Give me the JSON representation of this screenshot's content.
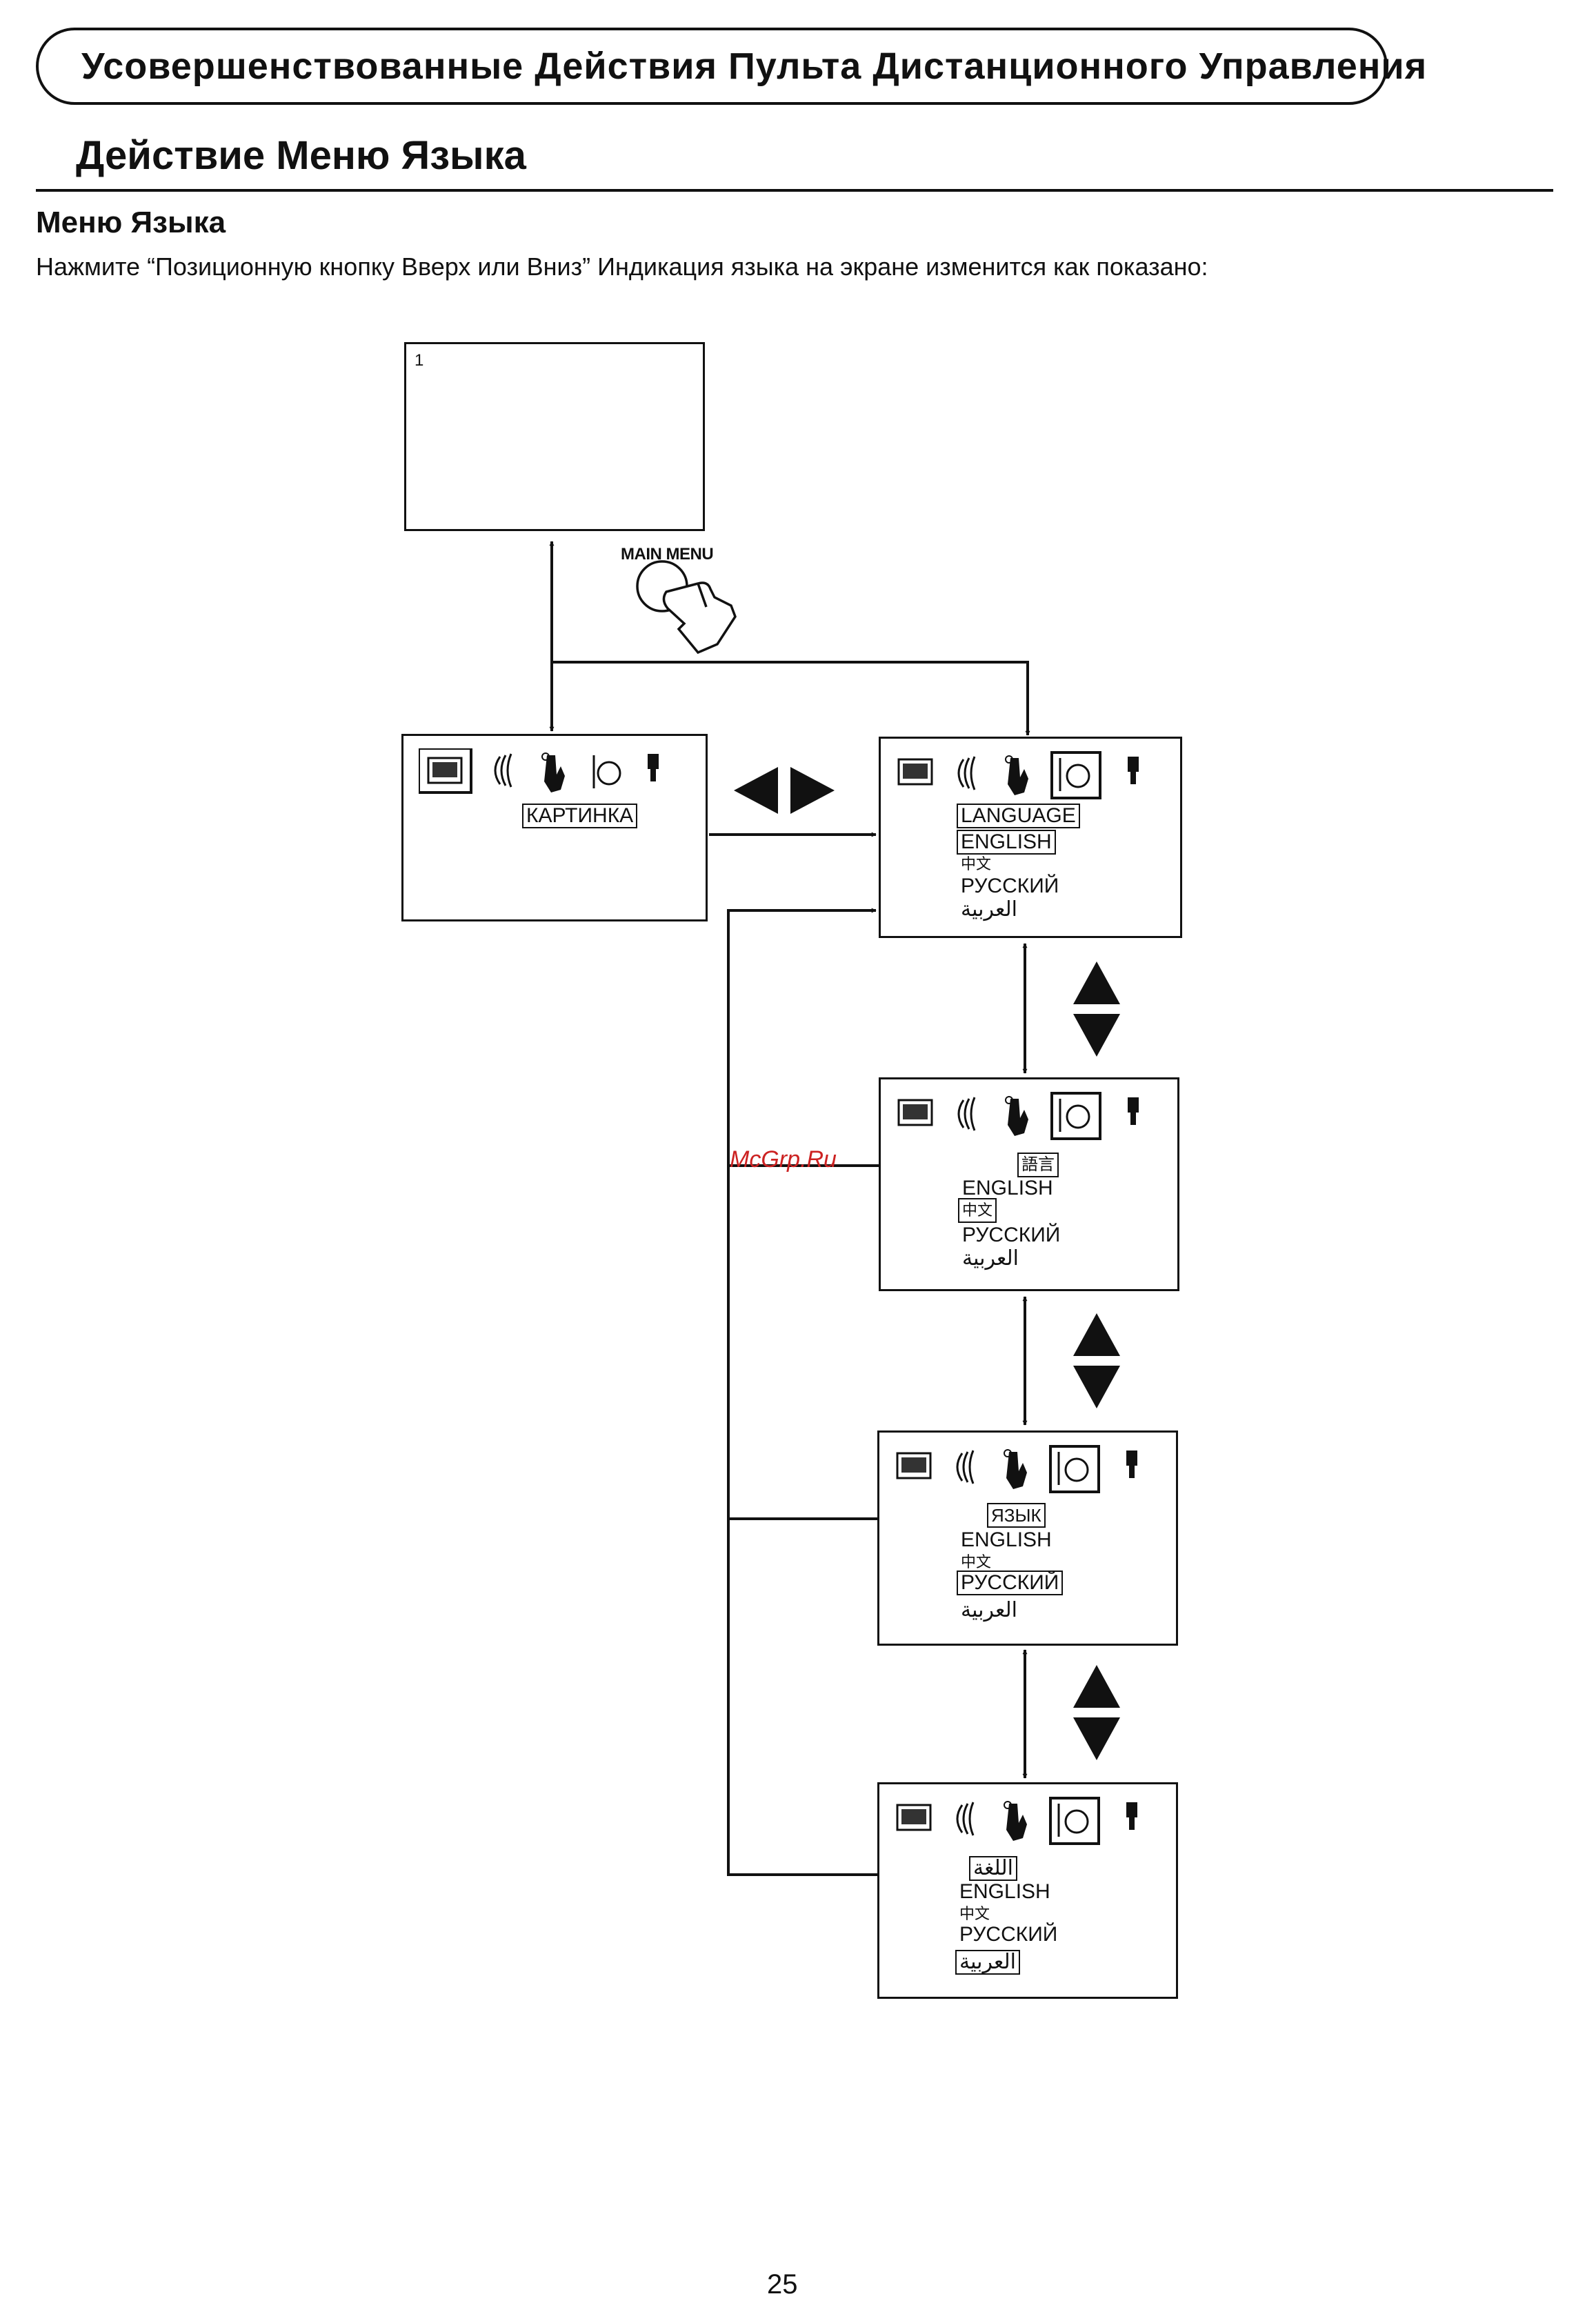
{
  "header": {
    "banner_title": "Усовершенствованные Действия Пульта Дистанционного Управления",
    "section_title": "Действие Меню Языка"
  },
  "content": {
    "subtitle": "Меню Языка",
    "instruction": "Нажмите “Позиционную кнопку Вверх или Вниз” Индикация языка на экране изменится как показано:"
  },
  "diagram": {
    "tv_screen": {
      "corner_label": "1"
    },
    "remote_button": {
      "label": "MAIN MENU",
      "icon": "pointing-finger-press-icon"
    },
    "nav_arrows": {
      "left_right": "left-right-triangle-icons",
      "up_down": "up-down-triangle-icons"
    },
    "menu_icons": [
      "picture-icon",
      "sound-icon",
      "hand-setup-icon",
      "language-dial-icon",
      "power-plug-icon"
    ],
    "main_menu": {
      "highlighted_label": "КАРТИНКА"
    },
    "language_menus": [
      {
        "heading": "LANGUAGE",
        "options": [
          "ENGLISH",
          "中文",
          "РУССКИЙ",
          "العربية"
        ],
        "selected": 0
      },
      {
        "heading": "語言",
        "options": [
          "ENGLISH",
          "中文",
          "РУССКИЙ",
          "العربية"
        ],
        "selected": 1
      },
      {
        "heading": "ЯЗЫК",
        "options": [
          "ENGLISH",
          "中文",
          "РУССКИЙ",
          "العربية"
        ],
        "selected": 2
      },
      {
        "heading": "اللغة",
        "options": [
          "ENGLISH",
          "中文",
          "РУССКИЙ",
          "العربية"
        ],
        "selected": 3
      }
    ]
  },
  "watermark": "McGrp.Ru",
  "footer": {
    "page_number": "25"
  }
}
